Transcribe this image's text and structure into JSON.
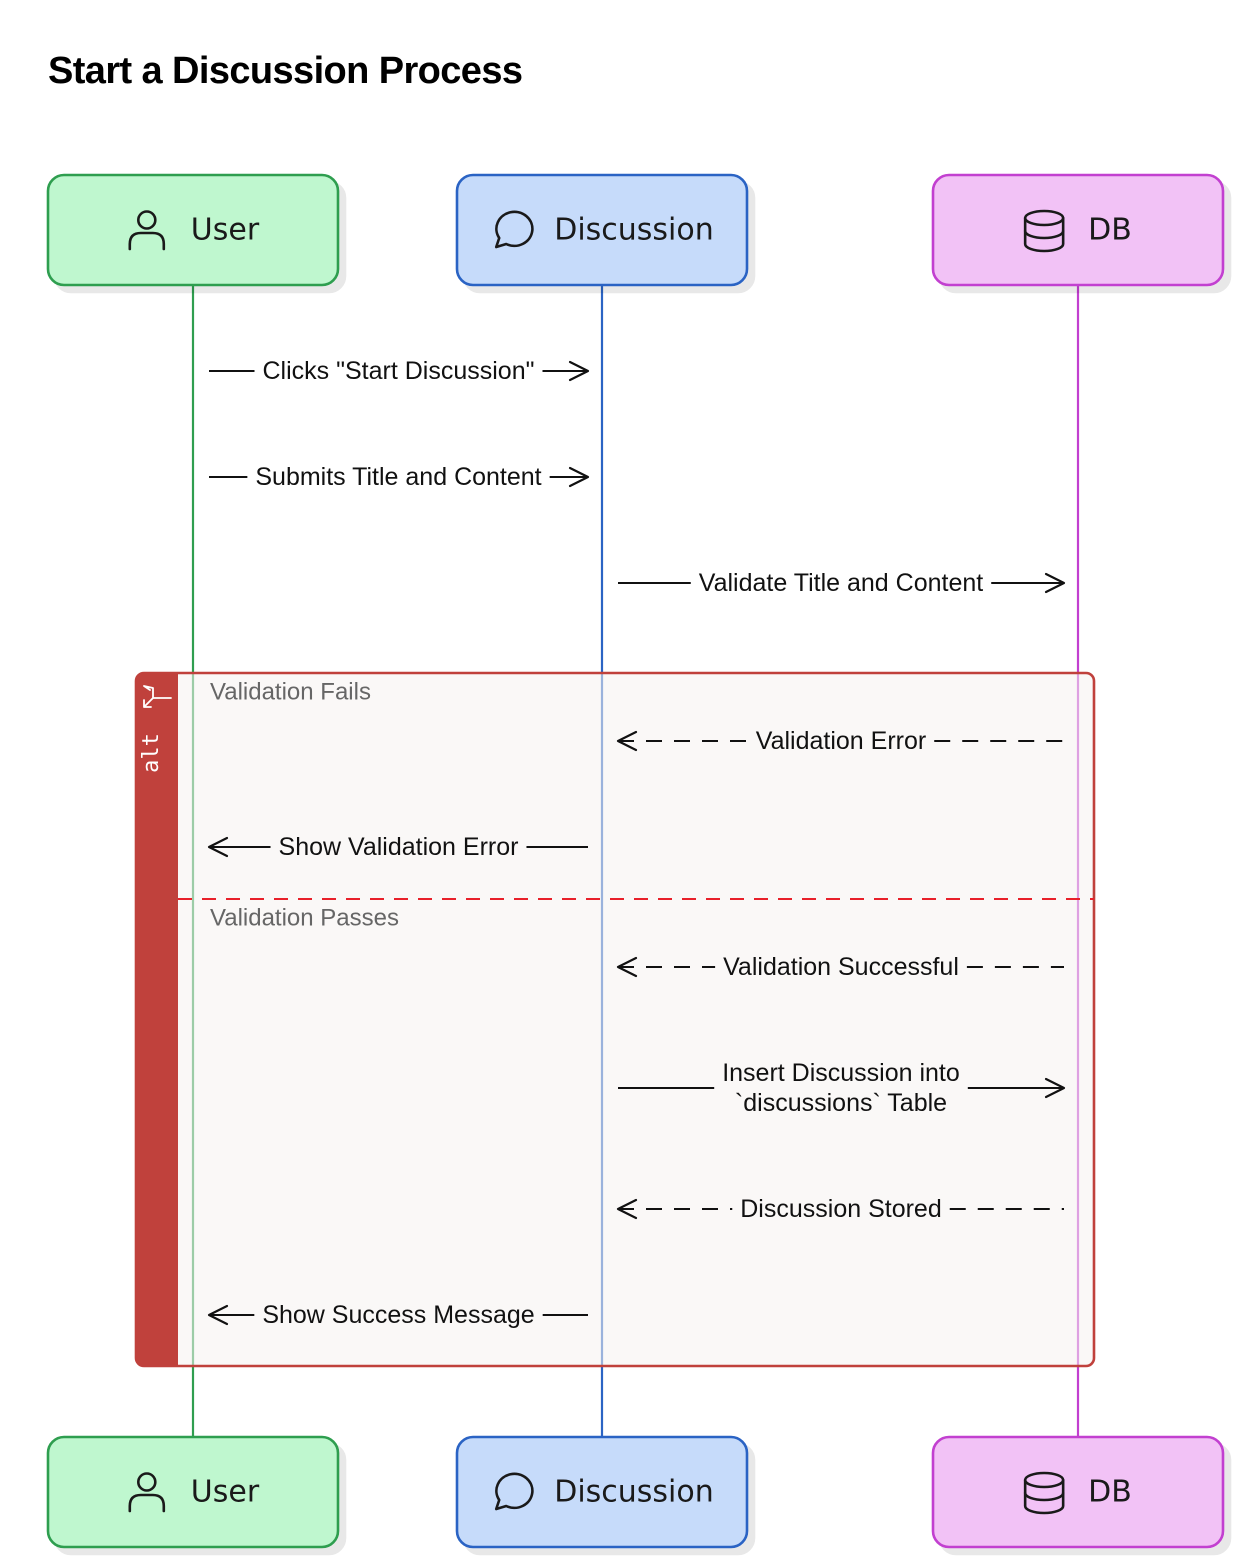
{
  "title": "Start a Discussion Process",
  "participants": [
    {
      "key": "user",
      "label": "User",
      "icon": "user-icon",
      "fill": "#bff7cf",
      "stroke": "#2f9e4f"
    },
    {
      "key": "discussion",
      "label": "Discussion",
      "icon": "chat-bubble-icon",
      "fill": "#c6dbfa",
      "stroke": "#2b64c4"
    },
    {
      "key": "db",
      "label": "DB",
      "icon": "database-icon",
      "fill": "#f2c2f6",
      "stroke": "#c23fd0"
    }
  ],
  "messages": [
    {
      "from": "user",
      "to": "discussion",
      "lines": [
        "Clicks \"Start Discussion\""
      ],
      "style": "solid"
    },
    {
      "from": "user",
      "to": "discussion",
      "lines": [
        "Submits Title and Content"
      ],
      "style": "solid"
    },
    {
      "from": "discussion",
      "to": "db",
      "lines": [
        "Validate Title and Content"
      ],
      "style": "solid"
    },
    {
      "from": "db",
      "to": "discussion",
      "lines": [
        "Validation Error"
      ],
      "style": "dashed"
    },
    {
      "from": "discussion",
      "to": "user",
      "lines": [
        "Show Validation Error"
      ],
      "style": "solid"
    },
    {
      "from": "db",
      "to": "discussion",
      "lines": [
        "Validation Successful"
      ],
      "style": "dashed"
    },
    {
      "from": "discussion",
      "to": "db",
      "lines": [
        "Insert Discussion into",
        "`discussions` Table"
      ],
      "style": "solid"
    },
    {
      "from": "db",
      "to": "discussion",
      "lines": [
        "Discussion Stored"
      ],
      "style": "dashed"
    },
    {
      "from": "discussion",
      "to": "user",
      "lines": [
        "Show Success Message"
      ],
      "style": "solid"
    }
  ],
  "fragment": {
    "keyword": "alt",
    "color": "#c0413c",
    "divider_color": "#e8202a",
    "conditions": [
      "Validation Fails",
      "Validation Passes"
    ]
  }
}
